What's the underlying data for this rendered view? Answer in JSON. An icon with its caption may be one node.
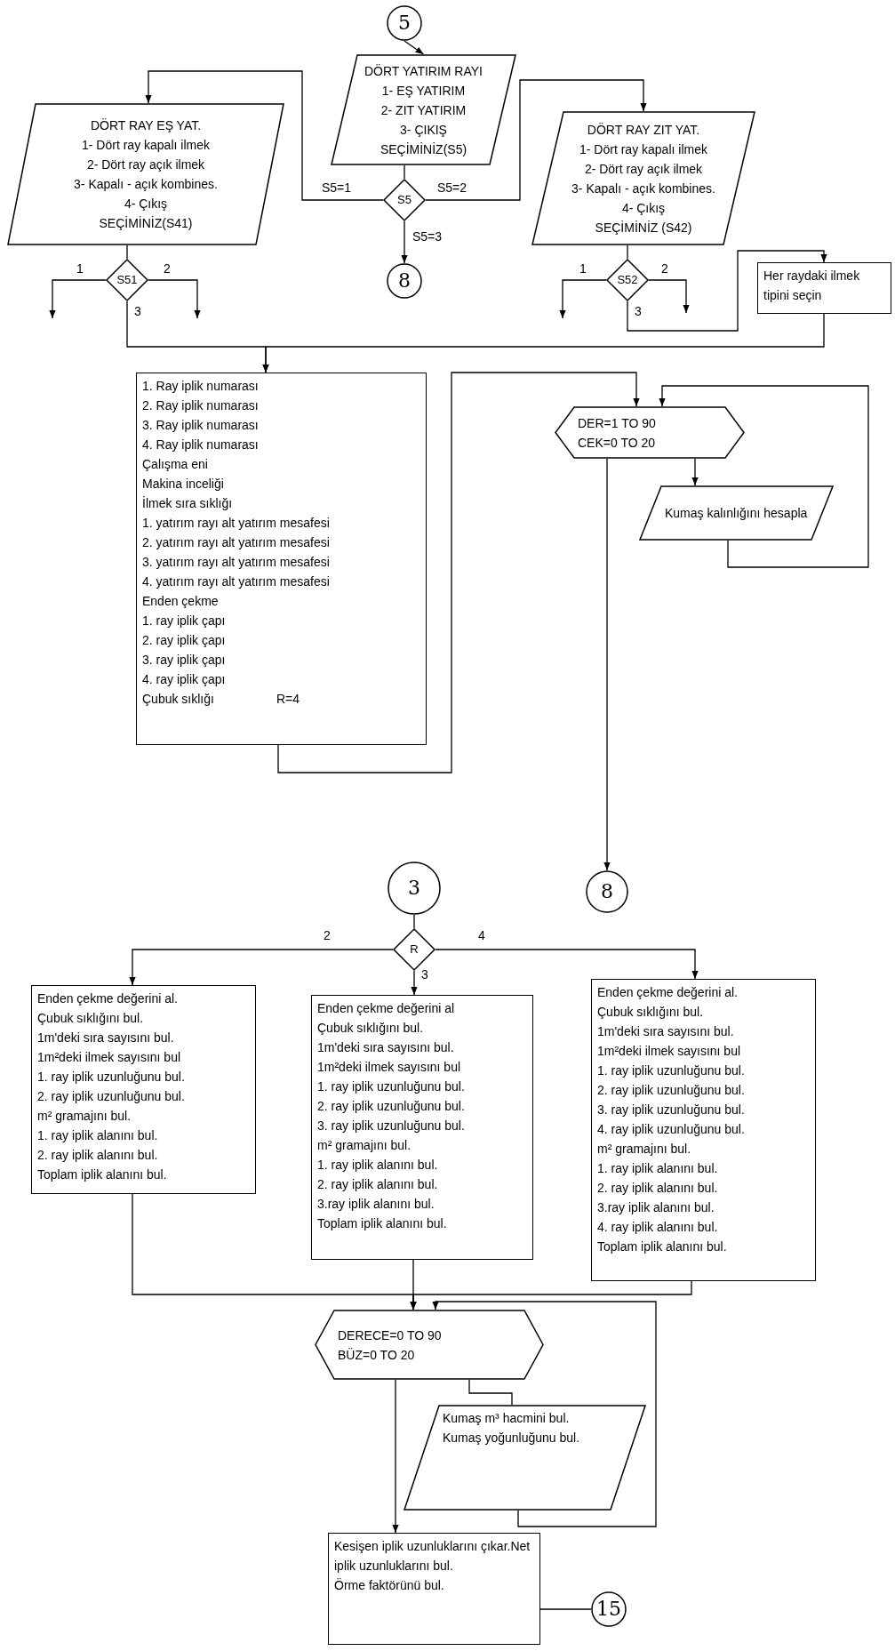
{
  "diagram": {
    "nodes": [
      {
        "text": [
          "5"
        ]
      },
      {
        "text": [
          "DÖRT YATIRIM RAYI",
          "1- EŞ YATIRIM",
          "2- ZIT YATIRIM",
          "3- ÇIKIŞ",
          "SEÇİMİNİZ(S5)"
        ]
      },
      {
        "text": [
          "S5"
        ]
      },
      {
        "text": [
          "8"
        ]
      },
      {
        "text": [
          "DÖRT RAY EŞ YAT.",
          "1- Dört ray kapalı ilmek",
          "2- Dört ray açık ilmek",
          "3- Kapalı - açık kombines.",
          "4- Çıkış",
          "SEÇİMİNİZ(S41)"
        ]
      },
      {
        "text": [
          "S51"
        ]
      },
      {
        "text": [
          "DÖRT RAY ZIT YAT.",
          "1- Dört ray kapalı ilmek",
          "2- Dört ray açık ilmek",
          "3- Kapalı - açık kombines.",
          "4- Çıkış",
          "SEÇİMİNİZ (S42)"
        ]
      },
      {
        "text": [
          "S52"
        ]
      },
      {
        "text": [
          "Her raydaki ilmek tipini seçin"
        ]
      },
      {
        "text": [
          "1. Ray iplik numarası",
          "2. Ray iplik numarası",
          "3. Ray iplik numarası",
          "4. Ray iplik numarası",
          "Çalışma eni",
          "Makina inceliği",
          "İlmek sıra sıklığı",
          "1. yatırım rayı alt yatırım mesafesi",
          "2. yatırım rayı alt yatırım mesafesi",
          "3. yatırım rayı alt yatırım mesafesi",
          "4. yatırım rayı alt yatırım mesafesi",
          "Enden çekme",
          "1. ray iplik çapı",
          "2. ray iplik çapı",
          "3. ray iplik çapı",
          "4. ray iplik çapı",
          "Çubuk sıklığı",
          "R=4"
        ]
      },
      {
        "text": [
          "DER=1 TO 90",
          "CEK=0 TO 20"
        ]
      },
      {
        "text": [
          "Kumaş kalınlığını hesapla"
        ]
      },
      {
        "text": [
          "8"
        ]
      },
      {
        "text": [
          "3"
        ]
      },
      {
        "text": [
          "R"
        ]
      },
      {
        "text": [
          "Enden çekme değerini al.",
          "Çubuk sıklığını bul.",
          "1m'deki sıra sayısını bul.",
          "1m²deki ilmek sayısını bul",
          "1. ray iplik uzunluğunu bul.",
          "2. ray iplik uzunluğunu bul.",
          "m² gramajını bul.",
          "1. ray iplik alanını bul.",
          "2. ray iplik alanını bul.",
          "Toplam iplik alanını bul."
        ]
      },
      {
        "text": [
          "Enden çekme değerini al",
          "Çubuk sıklığını bul.",
          "1m'deki sıra sayısını bul.",
          "1m²deki ilmek sayısını bul",
          "1. ray iplik uzunluğunu bul.",
          "2. ray iplik uzunluğunu bul.",
          "3. ray iplik uzunluğunu bul.",
          "m² gramajını bul.",
          "1. ray iplik alanını bul.",
          "2. ray iplik alanını bul.",
          "3.ray iplik alanını bul.",
          "Toplam iplik alanını bul."
        ]
      },
      {
        "text": [
          "Enden çekme değerini al.",
          "Çubuk sıklığını bul.",
          "1m'deki sıra sayısını bul.",
          "1m²deki ilmek sayısını bul",
          "1. ray iplik uzunluğunu bul.",
          "2. ray iplik uzunluğunu bul.",
          "3. ray iplik uzunluğunu bul.",
          "4. ray iplik uzunluğunu bul.",
          "m² gramajını bul.",
          "1. ray iplik alanını bul.",
          "2. ray iplik alanını bul.",
          "3.ray iplik alanını bul.",
          "4. ray iplik alanını bul.",
          "Toplam iplik alanını bul."
        ]
      },
      {
        "text": [
          "DERECE=0 TO 90",
          "BÜZ=0 TO 20"
        ]
      },
      {
        "text": [
          "Kumaş m³ hacmini bul.",
          "Kumaş yoğunluğunu bul."
        ]
      },
      {
        "text": [
          "Kesişen iplik uzunluklarını çıkar.Net iplik uzunluklarını bul.",
          "Örme faktörünü bul."
        ]
      },
      {
        "text": [
          "15"
        ]
      }
    ],
    "edges": [
      {
        "from": 0,
        "to": 1,
        "arrow": "to"
      },
      {
        "from": 1,
        "to": 2,
        "arrow": "none"
      },
      {
        "from": 2,
        "to": 4,
        "arrow": "to",
        "label": "S5=1"
      },
      {
        "from": 2,
        "to": 6,
        "arrow": "to",
        "label": "S5=2"
      },
      {
        "from": 2,
        "to": 3,
        "arrow": "to",
        "label": "S5=3"
      },
      {
        "from": 4,
        "to": 5,
        "arrow": "none"
      },
      {
        "from": 5,
        "to": null,
        "arrow": "to",
        "label": "1"
      },
      {
        "from": 5,
        "to": null,
        "arrow": "to",
        "label": "2"
      },
      {
        "from": 5,
        "to": 9,
        "arrow": "to",
        "label": "3"
      },
      {
        "from": 6,
        "to": 7,
        "arrow": "none"
      },
      {
        "from": 7,
        "to": null,
        "arrow": "to",
        "label": "1"
      },
      {
        "from": 7,
        "to": null,
        "arrow": "to",
        "label": "2"
      },
      {
        "from": 7,
        "to": 8,
        "arrow": "to",
        "label": "3"
      },
      {
        "from": 8,
        "to": 9,
        "arrow": "to"
      },
      {
        "from": 9,
        "to": 10,
        "arrow": "to"
      },
      {
        "from": 10,
        "to": 11,
        "arrow": "to"
      },
      {
        "from": 11,
        "to": 10,
        "arrow": "to"
      },
      {
        "from": 10,
        "to": 12,
        "arrow": "to"
      },
      {
        "from": 13,
        "to": 14,
        "arrow": "none"
      },
      {
        "from": 14,
        "to": 15,
        "arrow": "to",
        "label": "2"
      },
      {
        "from": 14,
        "to": 16,
        "arrow": "to",
        "label": "3"
      },
      {
        "from": 14,
        "to": 17,
        "arrow": "to",
        "label": "4"
      },
      {
        "from": 15,
        "to": 18,
        "arrow": "to"
      },
      {
        "from": 16,
        "to": 18,
        "arrow": "to"
      },
      {
        "from": 17,
        "to": 18,
        "arrow": "to"
      },
      {
        "from": 18,
        "to": 20,
        "arrow": "to"
      },
      {
        "from": 18,
        "to": 19,
        "arrow": "none"
      },
      {
        "from": 19,
        "to": 18,
        "arrow": "to"
      },
      {
        "from": 20,
        "to": 21,
        "arrow": "none"
      }
    ]
  }
}
